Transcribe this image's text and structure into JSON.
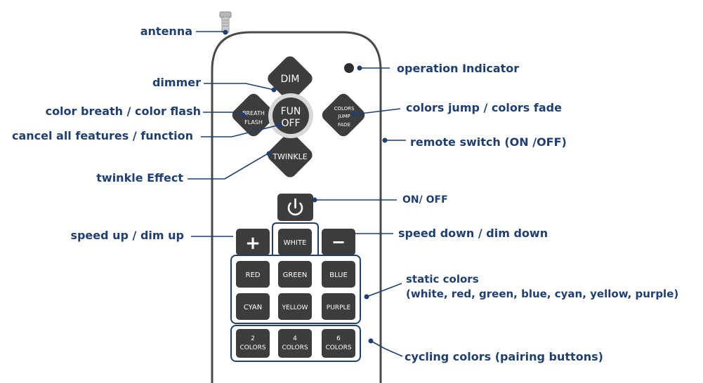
{
  "remote": {
    "buttons": {
      "dim": "DIM",
      "fun_line1": "FUN",
      "fun_line2": "OFF",
      "twinkle": "TWINKLE",
      "breath_line1": "BREATH",
      "breath_line2": "FLASH",
      "colors_line1": "COLORS",
      "colors_line2": "JUMP",
      "colors_line3": "FADE",
      "plus": "+",
      "minus": "−",
      "white": "WHITE",
      "red": "RED",
      "green": "GREEN",
      "blue": "BLUE",
      "cyan": "CYAN",
      "yellow": "YELLOW",
      "purple": "PURPLE",
      "c2_num": "2",
      "c4_num": "4",
      "c6_num": "6",
      "colors_word": "COLORS"
    }
  },
  "callouts": {
    "antenna": "antenna",
    "dimmer": "dimmer",
    "breath": "color breath / color flash",
    "cancel": "cancel all features / function",
    "twinkle": "twinkle Effect",
    "speed_up": "speed up / dim up",
    "indicator": "operation Indicator",
    "colors_jump": "colors jump / colors fade",
    "remote_switch": "remote switch (ON /OFF)",
    "on_off": "ON/ OFF",
    "speed_down": "speed down / dim down",
    "static_line1": "static colors",
    "static_line2": "(white, red, green, blue, cyan, yellow, purple)",
    "cycling": "cycling colors (pairing buttons)"
  },
  "colors": {
    "label": "#1f3f73",
    "button": "#3d3d3d",
    "outline": "#4a4a4a"
  }
}
